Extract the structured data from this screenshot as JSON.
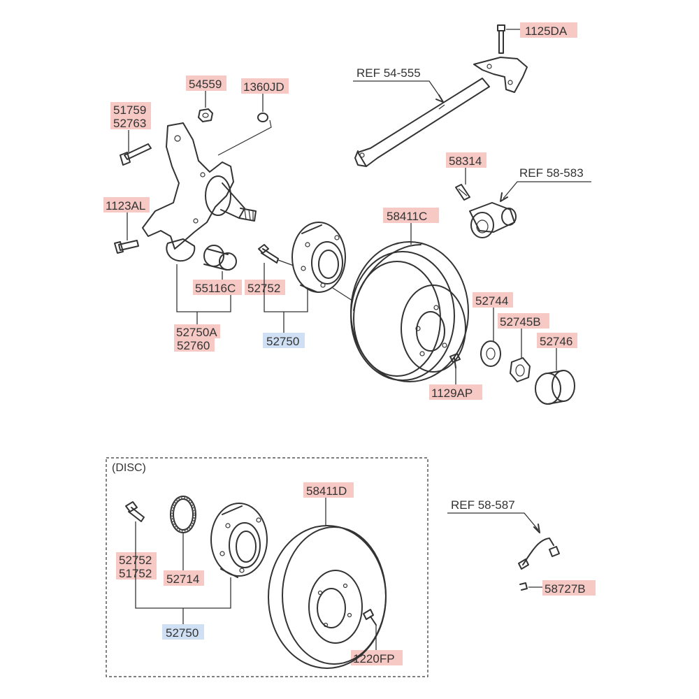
{
  "colors": {
    "part_label_bg": "#f7c9c4",
    "assembly_label_bg": "#cfe0f5",
    "line": "#333333"
  },
  "section": {
    "disc_title": "(DISC)"
  },
  "refs": {
    "ref_54_555": "REF 54-555",
    "ref_58_583": "REF 58-583",
    "ref_58_587": "REF 58-587"
  },
  "labels": {
    "p1125DA": "1125DA",
    "p54559": "54559",
    "p1360JD": "1360JD",
    "p51759": "51759",
    "p52763": "52763",
    "p58314": "58314",
    "p1123AL": "1123AL",
    "p58411C": "58411C",
    "p55116C": "55116C",
    "p52752_top": "52752",
    "p52744": "52744",
    "p52745B": "52745B",
    "p52746": "52746",
    "p52750A": "52750A",
    "p52760": "52760",
    "p52750_top": "52750",
    "p1129AP": "1129AP",
    "p58411D": "58411D",
    "p52752_disc": "52752",
    "p51752": "51752",
    "p52714": "52714",
    "p52750_disc": "52750",
    "p1220FP": "1220FP",
    "p58727B": "58727B"
  }
}
